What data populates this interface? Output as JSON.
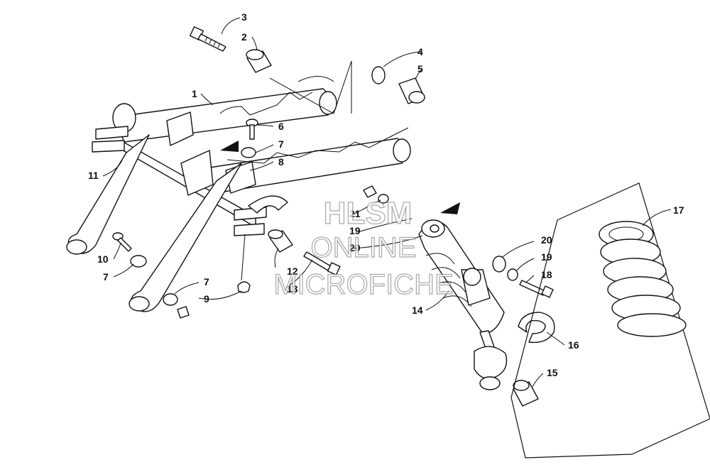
{
  "watermark": {
    "line1": "HLSM",
    "line2": "ONLINE",
    "line3": "MICROFICHE"
  },
  "callouts": [
    {
      "id": "c3a",
      "label": "3"
    },
    {
      "id": "c2a",
      "label": "2"
    },
    {
      "id": "c4a",
      "label": "4"
    },
    {
      "id": "c5a",
      "label": "5"
    },
    {
      "id": "c1a",
      "label": "1"
    },
    {
      "id": "c6a",
      "label": "6"
    },
    {
      "id": "c7a",
      "label": "7"
    },
    {
      "id": "c8a",
      "label": "8"
    },
    {
      "id": "c11a",
      "label": "11"
    },
    {
      "id": "c21a",
      "label": "21"
    },
    {
      "id": "c19a",
      "label": "19"
    },
    {
      "id": "c20a",
      "label": "20"
    },
    {
      "id": "c17a",
      "label": "17"
    },
    {
      "id": "c20b",
      "label": "20"
    },
    {
      "id": "c19b",
      "label": "19"
    },
    {
      "id": "c18a",
      "label": "18"
    },
    {
      "id": "c10a",
      "label": "10"
    },
    {
      "id": "c7b",
      "label": "7"
    },
    {
      "id": "c12a",
      "label": "12"
    },
    {
      "id": "c13a",
      "label": "13"
    },
    {
      "id": "c7c",
      "label": "7"
    },
    {
      "id": "c9a",
      "label": "9"
    },
    {
      "id": "c14a",
      "label": "14"
    },
    {
      "id": "c16a",
      "label": "16"
    },
    {
      "id": "c15a",
      "label": "15"
    }
  ]
}
